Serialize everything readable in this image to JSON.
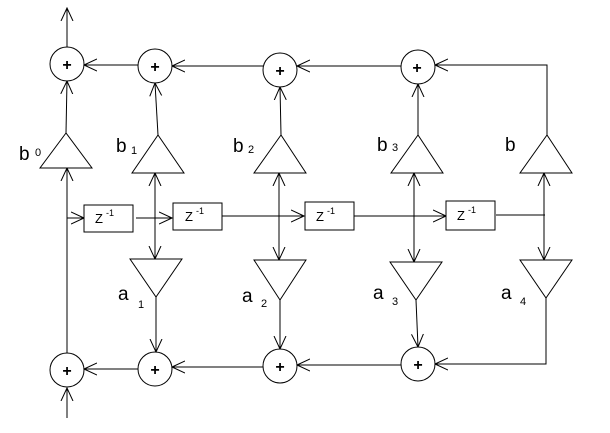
{
  "adder_symbol": "+",
  "delay": {
    "base": "Z",
    "exp": "-1"
  },
  "b_labels": [
    {
      "letter": "b",
      "index": "0"
    },
    {
      "letter": "b",
      "index": "1"
    },
    {
      "letter": "b",
      "index": "2"
    },
    {
      "letter": "b",
      "index": "3"
    },
    {
      "letter": "b",
      "index": ""
    }
  ],
  "a_labels": [
    {
      "letter": "a",
      "index": "1"
    },
    {
      "letter": "a",
      "index": "2"
    },
    {
      "letter": "a",
      "index": "3"
    },
    {
      "letter": "a",
      "index": "4"
    }
  ]
}
